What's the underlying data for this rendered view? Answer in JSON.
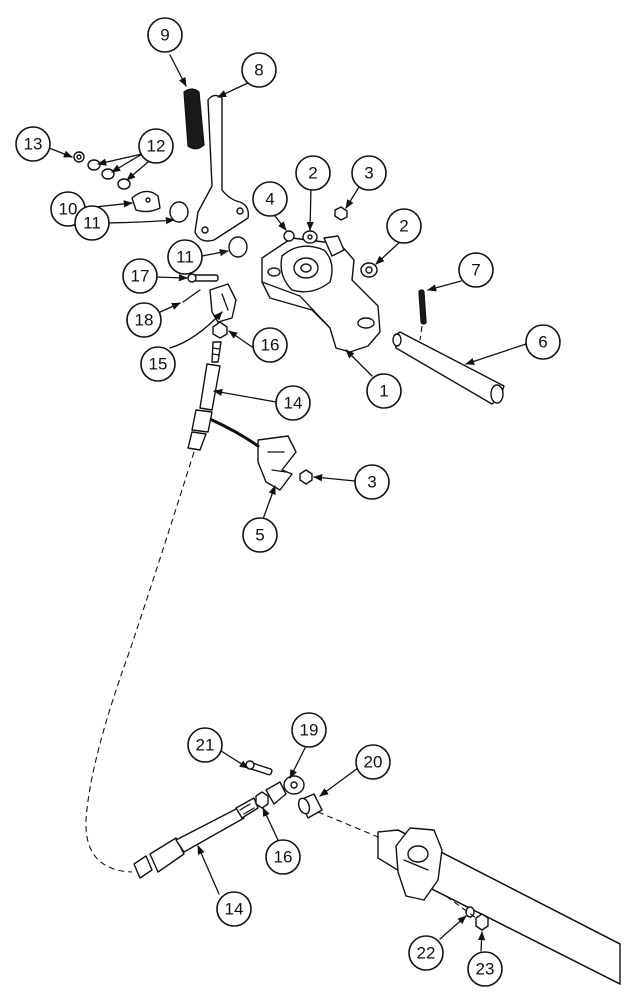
{
  "callouts": [
    {
      "id": "c9",
      "label": "9"
    },
    {
      "id": "c8",
      "label": "8"
    },
    {
      "id": "c13",
      "label": "13"
    },
    {
      "id": "c12",
      "label": "12"
    },
    {
      "id": "c10",
      "label": "10"
    },
    {
      "id": "c11a",
      "label": "11"
    },
    {
      "id": "c11b",
      "label": "11"
    },
    {
      "id": "c4",
      "label": "4"
    },
    {
      "id": "c2a",
      "label": "2"
    },
    {
      "id": "c3a",
      "label": "3"
    },
    {
      "id": "c2b",
      "label": "2"
    },
    {
      "id": "c7",
      "label": "7"
    },
    {
      "id": "c17",
      "label": "17"
    },
    {
      "id": "c18",
      "label": "18"
    },
    {
      "id": "c15",
      "label": "15"
    },
    {
      "id": "c16a",
      "label": "16"
    },
    {
      "id": "c6",
      "label": "6"
    },
    {
      "id": "c1",
      "label": "1"
    },
    {
      "id": "c14a",
      "label": "14"
    },
    {
      "id": "c3b",
      "label": "3"
    },
    {
      "id": "c5",
      "label": "5"
    },
    {
      "id": "c21",
      "label": "21"
    },
    {
      "id": "c19",
      "label": "19"
    },
    {
      "id": "c20",
      "label": "20"
    },
    {
      "id": "c16b",
      "label": "16"
    },
    {
      "id": "c14b",
      "label": "14"
    },
    {
      "id": "c22",
      "label": "22"
    },
    {
      "id": "c23",
      "label": "23"
    }
  ]
}
